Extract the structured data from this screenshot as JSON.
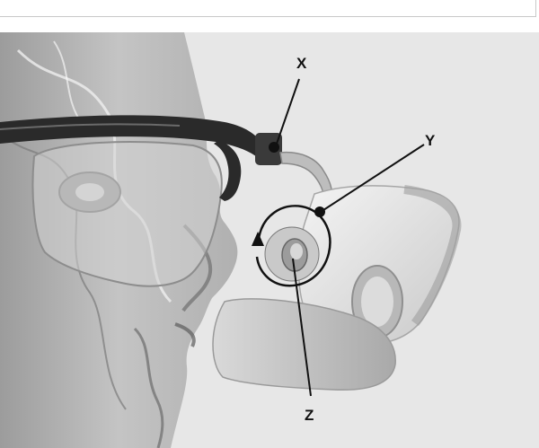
{
  "labels": {
    "x": "X",
    "y": "Y",
    "z": "Z"
  },
  "colors": {
    "background": "#e7e7e7",
    "frame": "#2a2a2a",
    "pointer": "#111111"
  }
}
